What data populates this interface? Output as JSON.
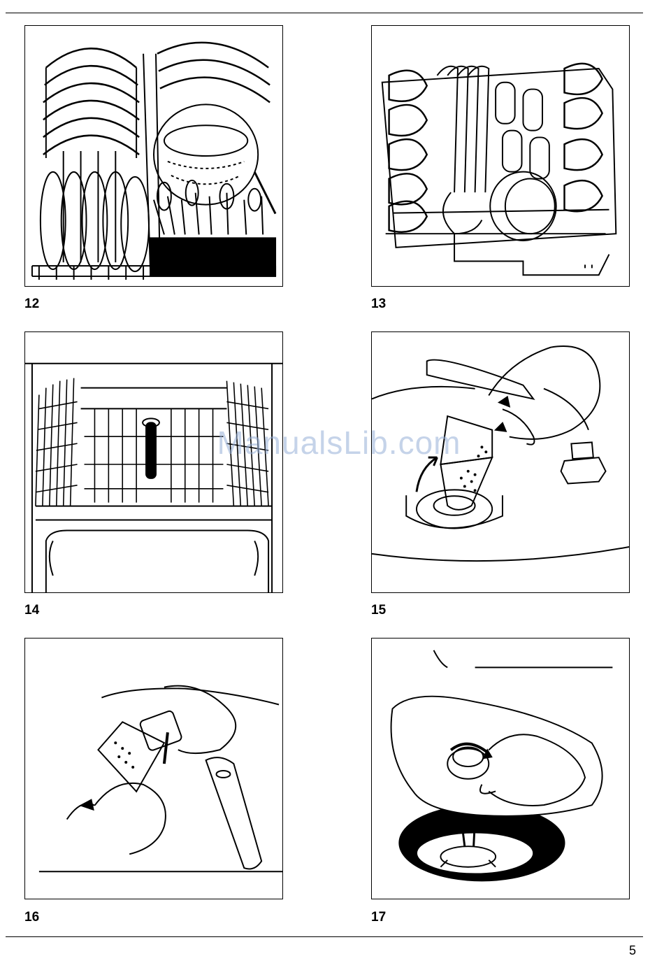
{
  "figures": [
    {
      "number": "12",
      "subject": "lower-basket-loaded"
    },
    {
      "number": "13",
      "subject": "upper-basket-loaded"
    },
    {
      "number": "14",
      "subject": "basket-racks"
    },
    {
      "number": "15",
      "subject": "filter-removal"
    },
    {
      "number": "16",
      "subject": "filter-disassembly"
    },
    {
      "number": "17",
      "subject": "coarse-filter-removal"
    }
  ],
  "watermark": "ManualsLib.com",
  "page_number": "5"
}
